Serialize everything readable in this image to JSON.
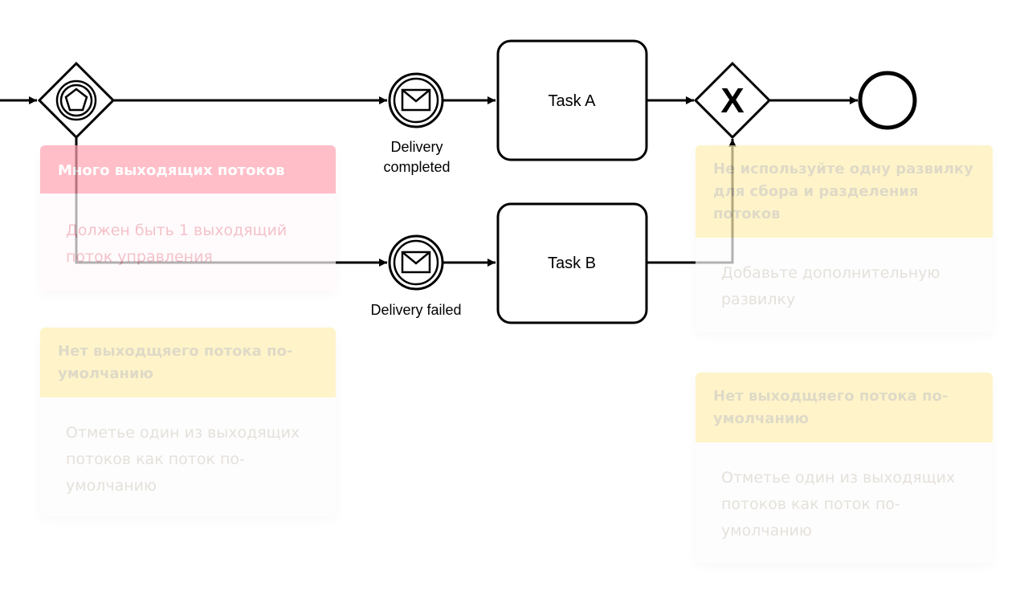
{
  "diagram": {
    "events": {
      "delivery_completed": {
        "label_line1": "Delivery",
        "label_line2": "completed",
        "icon": "envelope-icon"
      },
      "delivery_failed": {
        "label": "Delivery failed",
        "icon": "envelope-icon"
      }
    },
    "tasks": {
      "task_a": {
        "label": "Task A"
      },
      "task_b": {
        "label": "Task B"
      }
    },
    "gateways": {
      "event_based": {
        "icon": "pentagon-icon"
      },
      "exclusive": {
        "icon": "x-icon",
        "label": "X"
      }
    },
    "end_event": {
      "icon": "circle-icon"
    }
  },
  "lint_cards": [
    {
      "severity": "error",
      "title": "Много выходящих потоков",
      "body": "Должен быть 1 выходящий поток управления"
    },
    {
      "severity": "warning",
      "title": "Нет выходщяего потока по-умолчанию",
      "body": "Отметье один из выходящих потоков как поток по-умолчанию"
    },
    {
      "severity": "warning",
      "title": "Не используйте одну развилку для сбора и разделения потоков",
      "body": "Добавьте дополнительную развилку"
    },
    {
      "severity": "warning",
      "title": "Нет выходщяего потока по-умолчанию",
      "body": "Отметье один из выходящих потоков как поток по-умолчанию"
    }
  ],
  "colors": {
    "error_header": "#ffa3b2",
    "warning_header": "#fff0b3",
    "stroke": "#000000"
  }
}
